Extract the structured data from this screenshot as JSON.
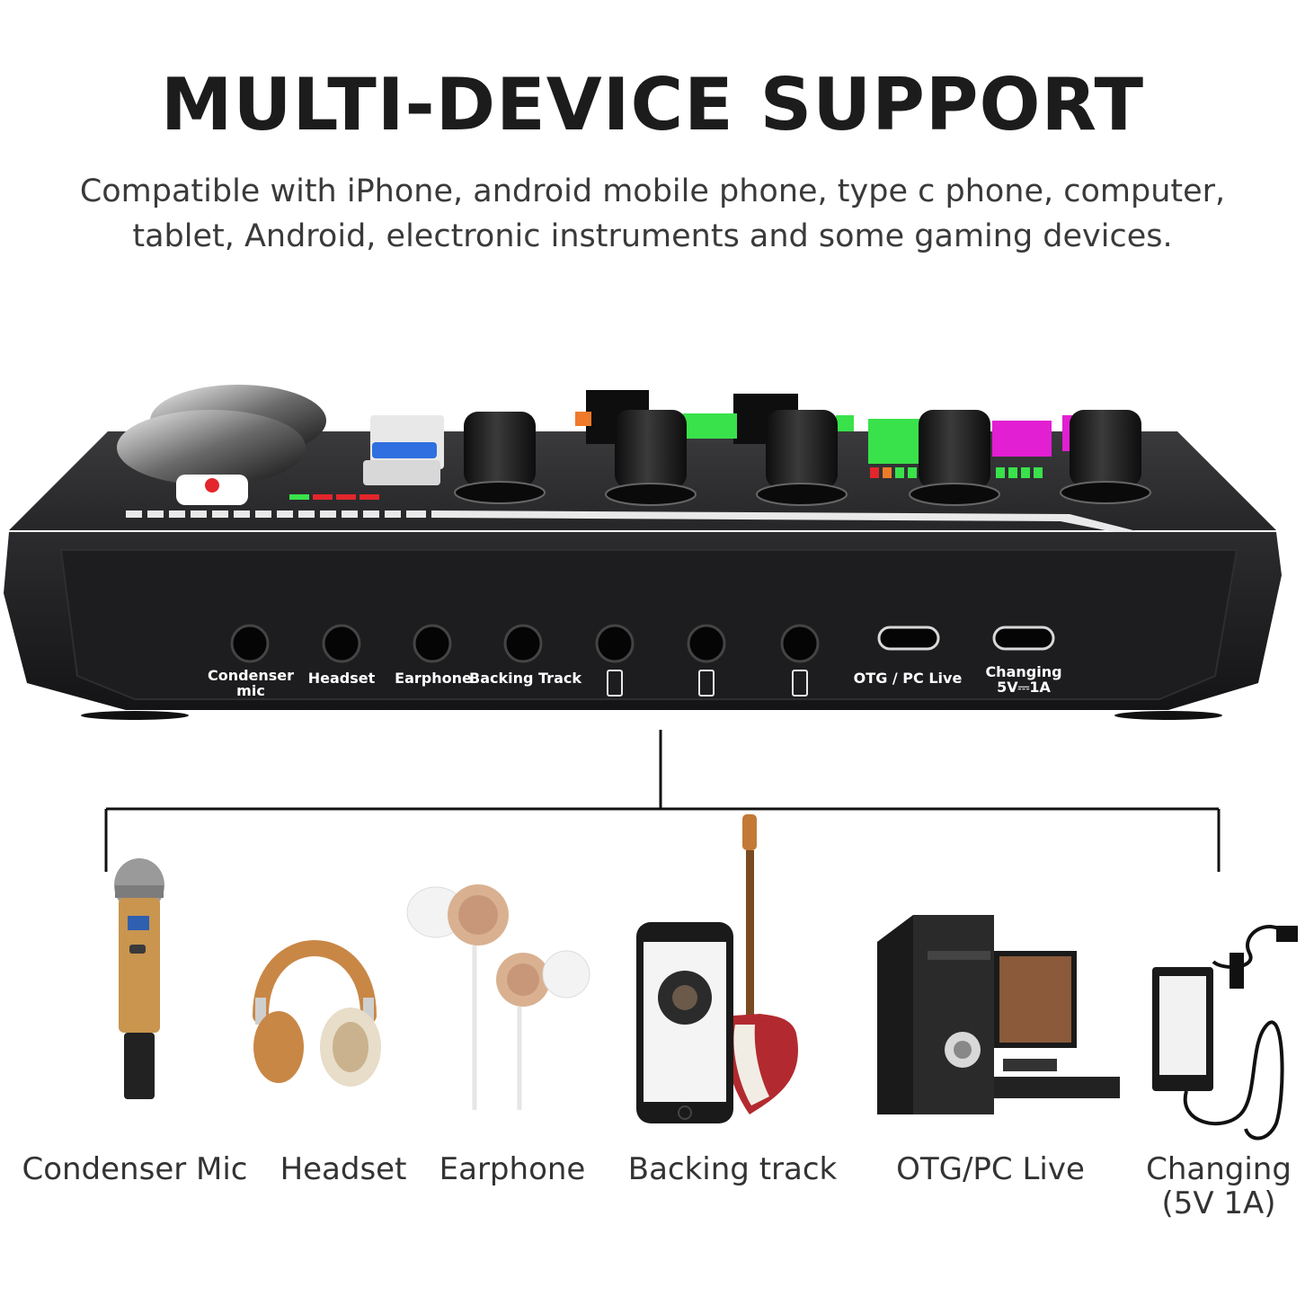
{
  "title": "MULTI-DEVICE SUPPORT",
  "subtitle": "Compatible with iPhone, android mobile phone, type c phone, computer, tablet, Android, electronic instruments and some gaming devices.",
  "ports": [
    {
      "label_1": "Condenser",
      "label_2": "mic",
      "kind": "jack"
    },
    {
      "label_1": "Headset",
      "label_2": "",
      "kind": "jack"
    },
    {
      "label_1": "Earphone",
      "label_2": "",
      "kind": "jack"
    },
    {
      "label_1": "Backing Track",
      "label_2": "",
      "kind": "jack"
    },
    {
      "label_1": "",
      "label_2": "",
      "kind": "jack",
      "icon": "phone-icon"
    },
    {
      "label_1": "",
      "label_2": "",
      "kind": "jack",
      "icon": "phone-icon"
    },
    {
      "label_1": "",
      "label_2": "",
      "kind": "jack",
      "icon": "phone-icon"
    },
    {
      "label_1": "OTG / PC Live",
      "label_2": "",
      "kind": "usb-c"
    },
    {
      "label_1": "Changing",
      "label_2": "5V⎓1A",
      "kind": "usb-c"
    }
  ],
  "devices": [
    {
      "name": "Condenser Mic",
      "icon": "microphone-icon"
    },
    {
      "name": "Headset",
      "icon": "headphones-icon"
    },
    {
      "name": "Earphone",
      "icon": "earphones-icon"
    },
    {
      "name": "Backing track",
      "icon": "phone-and-guitar-icon"
    },
    {
      "name": "OTG/PC Live",
      "icon": "desktop-computer-icon"
    },
    {
      "name": "Changing",
      "name_2": "(5V 1A)",
      "icon": "power-adapter-icon"
    }
  ],
  "colors": {
    "body": "#1f1f21",
    "knob": "#151515",
    "accent_red": "#e3262b",
    "accent_green": "#39e24a",
    "accent_magenta": "#e21fd2",
    "accent_blue": "#2f6fe0",
    "mic_gold": "#c9954f",
    "headphone_tan": "#c98746"
  }
}
